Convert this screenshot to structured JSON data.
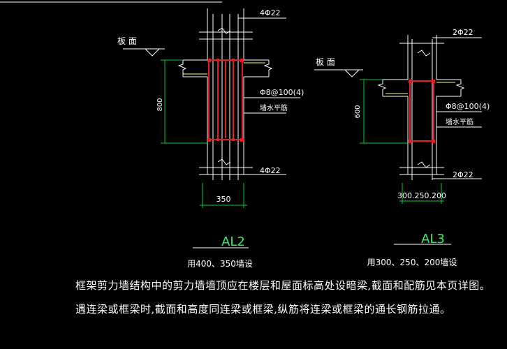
{
  "colors": {
    "background": "#000000",
    "outline": "#ffffff",
    "rebar": "#e02020",
    "dimension": "#00cc33",
    "leader": "#ffff66",
    "title": "#33ee66"
  },
  "al2": {
    "top_bars": "4Φ22",
    "bottom_bars": "4Φ22",
    "slab_label": "板 面",
    "stirrups": "Φ8@100(4)",
    "horiz_bars": "墙水平筋",
    "height_dim": "800",
    "width_dim": "350",
    "title": "AL2",
    "subtitle": "用400、350墙设"
  },
  "al3": {
    "top_bars": "2Φ22",
    "bottom_bars": "2Φ22",
    "slab_label": "板 面",
    "stirrups": "Φ8@100(4)",
    "horiz_bars": "墙水平筋",
    "height_dim": "600",
    "width_dim": "300.250.200",
    "title": "AL3",
    "subtitle": "用300、250、200墙设"
  },
  "notes": {
    "line1": "框架剪力墙结构中的剪力墙墙顶应在楼层和屋面标高处设暗梁,截面和配筋见本页详图。",
    "line2": "遇连梁或框梁时,截面和高度同连梁或框梁,纵筋将连梁或框梁的通长钢筋拉通。"
  }
}
